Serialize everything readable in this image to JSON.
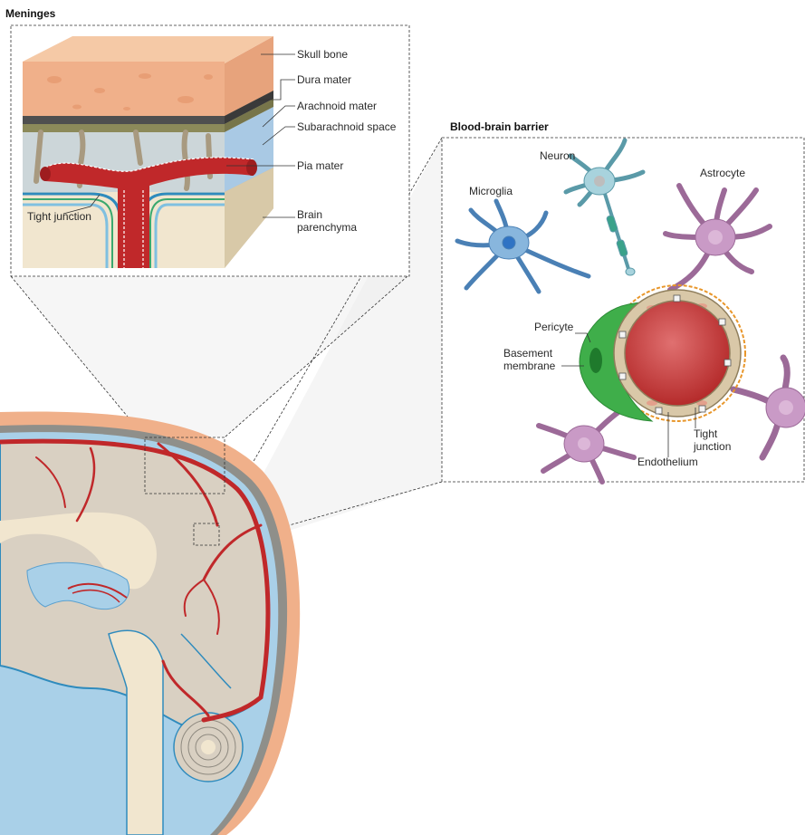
{
  "panels": {
    "meninges": {
      "title": "Meninges",
      "labels": {
        "skull_bone": "Skull bone",
        "dura_mater": "Dura mater",
        "arachnoid_mater": "Arachnoid mater",
        "subarachnoid_space": "Subarachnoid space",
        "pia_mater": "Pia mater",
        "brain_parenchyma_1": "Brain",
        "brain_parenchyma_2": "parenchyma",
        "tight_junction": "Tight junction"
      }
    },
    "bbb": {
      "title": "Blood-brain barrier",
      "labels": {
        "neuron": "Neuron",
        "astrocyte": "Astrocyte",
        "microglia": "Microglia",
        "pericyte": "Pericyte",
        "basement_membrane_1": "Basement",
        "basement_membrane_2": "membrane",
        "tight_junction_1": "Tight",
        "tight_junction_2": "junction",
        "endothelium": "Endothelium"
      }
    }
  },
  "colors": {
    "skull": "#f0b08a",
    "dura": "#505050",
    "arachnoid": "#8c8a5a",
    "csf": "#a9d0e8",
    "vessel": "#c0282a",
    "parenchyma": "#f1e6cf",
    "brain_tissue": "#d9d0c2",
    "pericyte": "#3fae4a",
    "astrocyte": "#c99ac6",
    "microglia": "#88b6dd",
    "neuron": "#a8d3dd"
  }
}
